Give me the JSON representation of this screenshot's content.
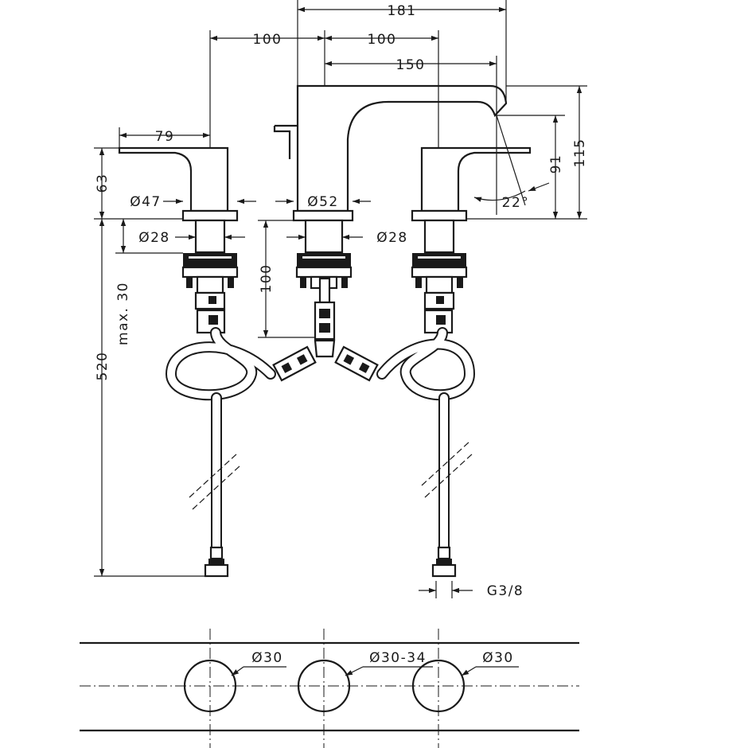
{
  "dimensions": {
    "d181": "181",
    "d100_left": "100",
    "d100_right": "100",
    "d150": "150",
    "d79": "79",
    "d63": "63",
    "d47": "Ø47",
    "d52": "Ø52",
    "d28_left": "Ø28",
    "d28_right": "Ø28",
    "d91": "91",
    "d115": "115",
    "d22": "22°",
    "d100_vertical": "100",
    "dmax30": "max. 30",
    "d520": "520",
    "dg38": "G3/8"
  },
  "plan_view": {
    "hole_left": "Ø30",
    "hole_middle": "Ø30-34",
    "hole_right": "Ø30"
  },
  "colors": {
    "line": "#1a1a1a",
    "background": "#ffffff"
  }
}
